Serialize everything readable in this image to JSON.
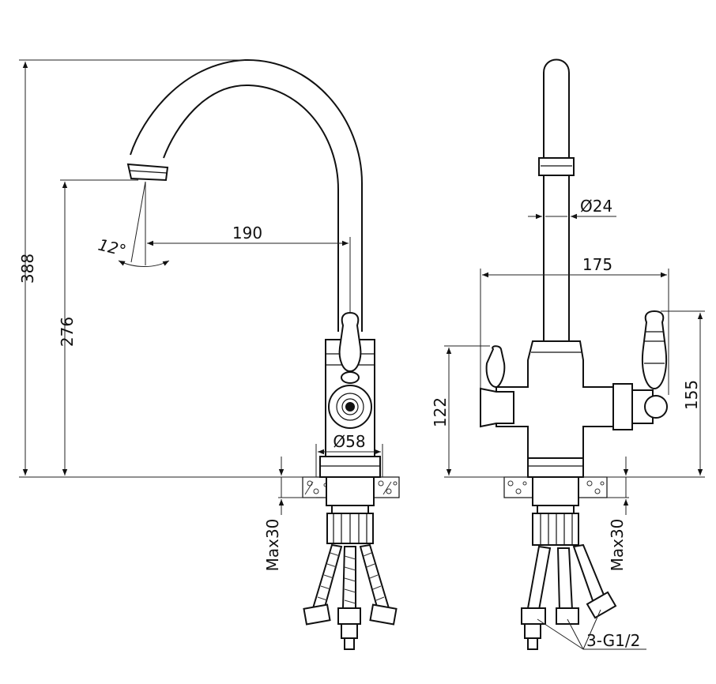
{
  "dimensions": {
    "total_height": "388",
    "spout_height": "276",
    "spout_reach": "190",
    "spout_angle": "12°",
    "base_diameter": "Ø58",
    "under_counter_left": "Max30",
    "spout_tube_diameter": "Ø24",
    "handle_span": "175",
    "left_handle_height": "122",
    "right_handle_height": "155",
    "under_counter_right": "Max30",
    "connections": "3-G1/2"
  }
}
